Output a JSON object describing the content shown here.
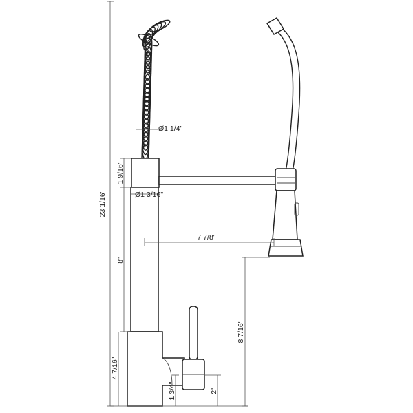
{
  "dimensions": {
    "overall_height": "23 1/16\"",
    "spring_diameter": "Ø1 1/4\"",
    "collar_height": "1 9/16\"",
    "body_diameter": "Ø1 3/16\"",
    "spout_reach": "7 7/8\"",
    "upper_column": "8\"",
    "spray_clearance": "8 7/16\"",
    "base_height": "4 7/16\"",
    "lower_offset": "1 3/4\"",
    "handle_offset": "2\""
  }
}
